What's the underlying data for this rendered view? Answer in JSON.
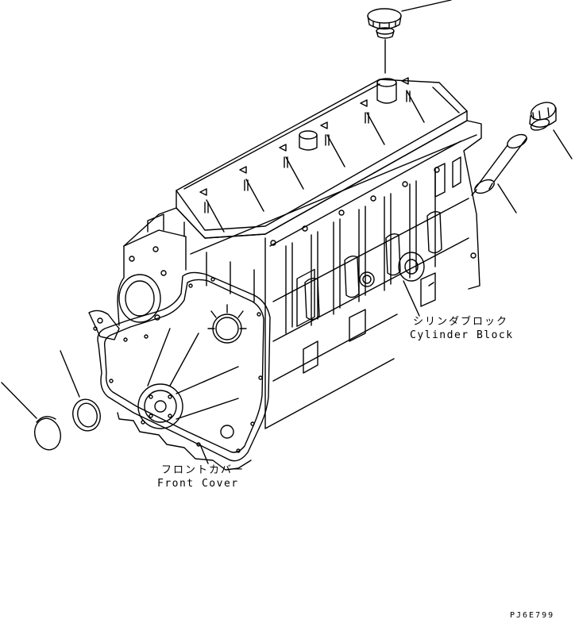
{
  "labels": {
    "cylinder_block_jp": "シリンダブロック",
    "cylinder_block_en": "Cylinder Block",
    "front_cover_jp": "フロントカバー",
    "front_cover_en": "Front Cover"
  },
  "drawing_code": "PJ6E799"
}
